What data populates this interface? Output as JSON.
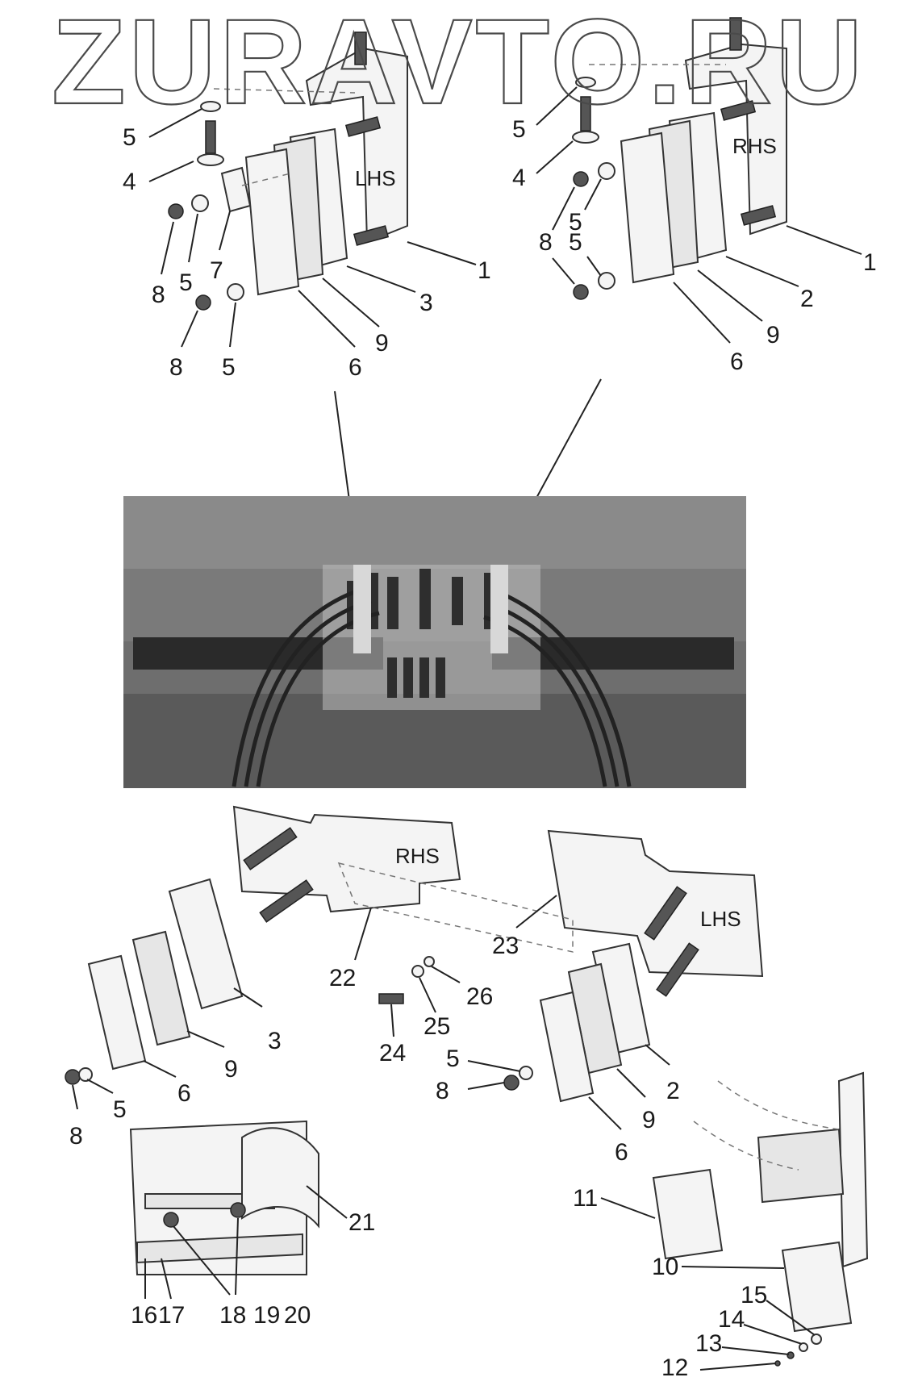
{
  "watermark": "ZURAVTO.RU",
  "side_labels": {
    "top_left": "LHS",
    "top_right": "RHS",
    "bottom_left": "RHS",
    "bottom_right": "LHS"
  },
  "callouts": {
    "tl_5a": "5",
    "tl_4": "4",
    "tl_8a": "8",
    "tl_5b": "5",
    "tl_7": "7",
    "tl_8b": "8",
    "tl_5c": "5",
    "tl_6": "6",
    "tl_9": "9",
    "tl_3": "3",
    "tl_1": "1",
    "tr_5a": "5",
    "tr_4": "4",
    "tr_8": "8",
    "tr_5b": "5",
    "tr_5c": "5",
    "tr_6": "6",
    "tr_9": "9",
    "tr_2": "2",
    "tr_1": "1",
    "bl_22": "22",
    "bl_3": "3",
    "bl_9": "9",
    "bl_6": "6",
    "bl_5": "5",
    "bl_8": "8",
    "bm_23": "23",
    "bm_24": "24",
    "bm_25": "25",
    "bm_26": "26",
    "br_5": "5",
    "br_8": "8",
    "br_6": "6",
    "br_9": "9",
    "br_2": "2",
    "cl_16": "16",
    "cl_17": "17",
    "cl_18": "18",
    "cl_19": "19",
    "cl_20": "20",
    "cl_21": "21",
    "cr_11": "11",
    "cr_10": "10",
    "cr_15": "15",
    "cr_14": "14",
    "cr_13": "13",
    "cr_12": "12"
  },
  "colors": {
    "ink": "#1a1a1a",
    "photo_dark": "#3a3a3a",
    "photo_mid": "#6e6e6e",
    "photo_light": "#bdbdbd"
  }
}
